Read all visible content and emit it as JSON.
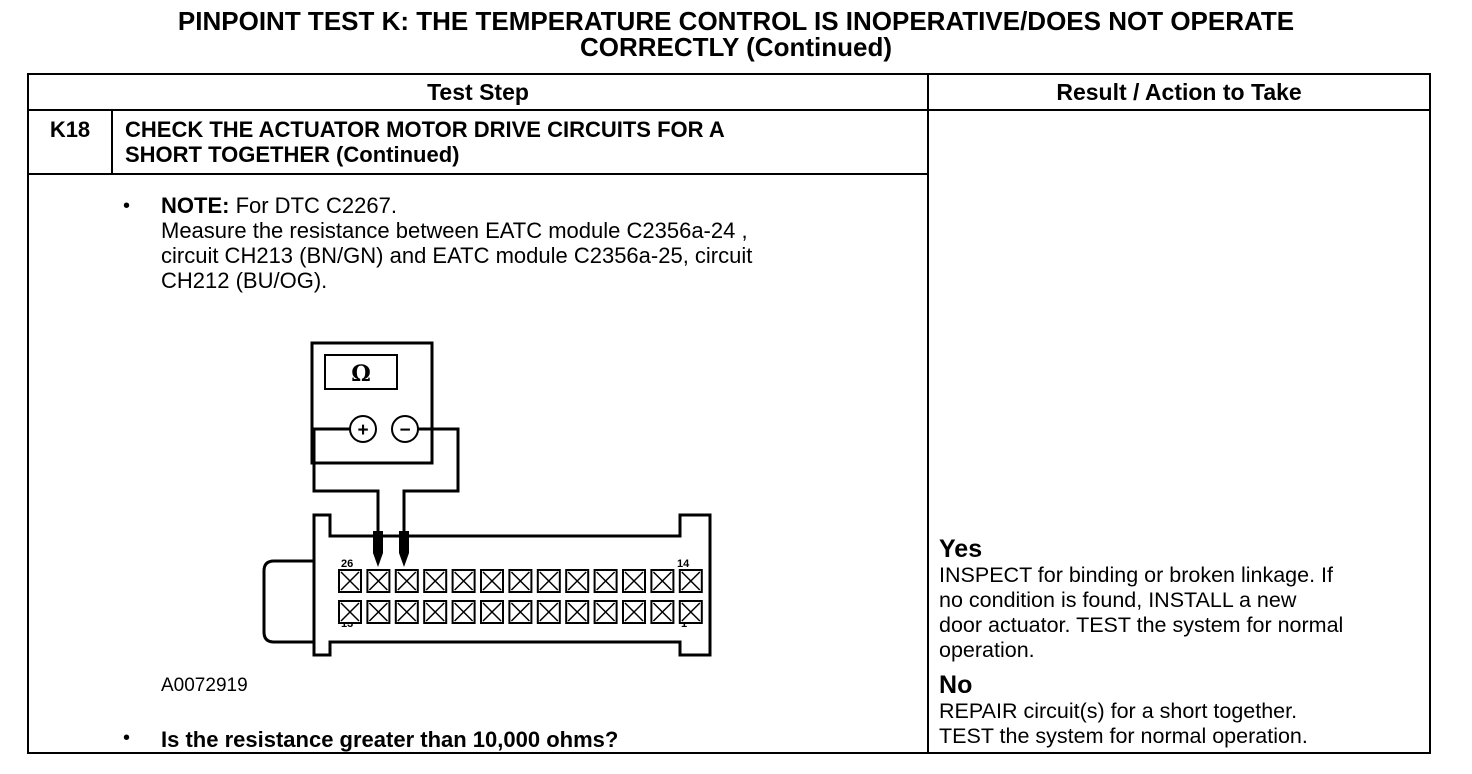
{
  "title_line1": "PINPOINT TEST  K: THE TEMPERATURE CONTROL IS INOPERATIVE/DOES NOT OPERATE",
  "title_line2": "CORRECTLY (Continued)",
  "headers": {
    "test_step": "Test Step",
    "result": "Result / Action to Take"
  },
  "step": {
    "id": "K18",
    "name_line1": "CHECK THE ACTUATOR MOTOR DRIVE CIRCUITS FOR A",
    "name_line2": "SHORT TOGETHER (Continued)",
    "bullet": "•",
    "note_label": "NOTE:",
    "note_text": " For DTC C2267.",
    "instr_line1": "Measure the resistance between EATC module C2356a-24 ,",
    "instr_line2": "circuit CH213 (BN/GN) and EATC module C2356a-25, circuit",
    "instr_line3": "CH212 (BU/OG).",
    "figure_id": "A0072919",
    "question": "Is the resistance greater than 10,000 ohms?"
  },
  "figure": {
    "meter_symbol": "Ω",
    "plus": "+",
    "minus": "−",
    "pin_top_left": "26",
    "pin_top_right": "14",
    "pin_bottom_left": "13",
    "pin_bottom_right": "1"
  },
  "results": {
    "yes_label": "Yes",
    "yes_l1": "INSPECT for binding or broken linkage. If",
    "yes_l2": "no condition is found, INSTALL a new",
    "yes_l3": "door actuator. TEST the system for normal",
    "yes_l4": "operation.",
    "no_label": "No",
    "no_l1": "REPAIR circuit(s) for a short together.",
    "no_l2": "TEST the system for normal operation."
  }
}
